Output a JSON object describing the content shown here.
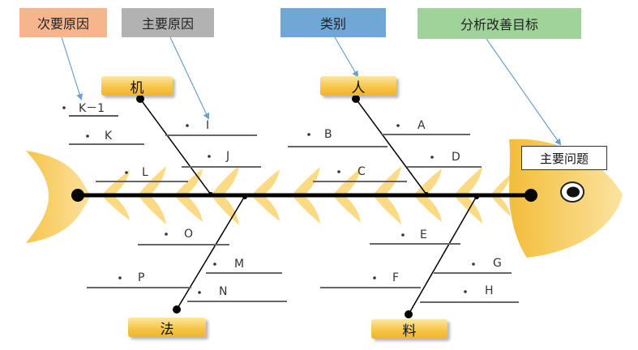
{
  "callouts": {
    "secondary_cause": "次要原因",
    "main_cause": "主要原因",
    "category": "类别",
    "improvement_goal": "分析改善目标"
  },
  "problem": "主要问题",
  "categories": {
    "machine": "机",
    "man": "人",
    "method": "法",
    "material": "料"
  },
  "causes": {
    "k1": "K－1",
    "k": "K",
    "l": "L",
    "i": "I",
    "j": "J",
    "b": "B",
    "c": "C",
    "a": "A",
    "d": "D",
    "o": "O",
    "p": "P",
    "m": "M",
    "n": "N",
    "e": "E",
    "f": "F",
    "g": "G",
    "h": "H"
  },
  "colors": {
    "secondary_cause_bg": "#f6b58c",
    "main_cause_bg": "#b2b2b2",
    "category_bg": "#6fa8d6",
    "goal_bg": "#9fd39a",
    "fish": "#f6c64a",
    "spine": "#000000",
    "arrow": "#6a9fd0"
  }
}
